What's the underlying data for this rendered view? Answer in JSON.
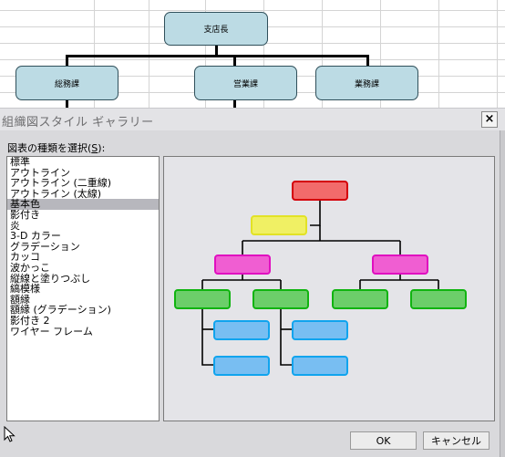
{
  "sheet": {
    "org_chart": {
      "top": "支店長",
      "children": [
        "総務課",
        "営業課",
        "業務課"
      ]
    }
  },
  "dialog": {
    "title": "組織図スタイル ギャラリー",
    "close_label": "×",
    "list_label": "図表の種類を選択(",
    "list_label_key": "S",
    "list_label_suffix": "):",
    "styles": [
      "標準",
      "アウトライン",
      "アウトライン (二重線)",
      "アウトライン (太線)",
      "基本色",
      "影付き",
      "炎",
      "3-D カラー",
      "グラデーション",
      "カッコ",
      "波かっこ",
      "縦線と塗りつぶし",
      "縞模様",
      "額縁",
      "額縁 (グラデーション)",
      "影付き 2",
      "ワイヤー フレーム"
    ],
    "selected_style": "基本色",
    "ok_label": "OK",
    "cancel_label": "キャンセル"
  },
  "colors": {
    "level1": "#f26b6b",
    "assistant": "#f0f064",
    "level2": "#f05ed2",
    "level3": "#6cce6a",
    "level4": "#78bef2"
  },
  "icons": {
    "cursor": "arrow-cursor-icon",
    "close": "close-icon"
  }
}
